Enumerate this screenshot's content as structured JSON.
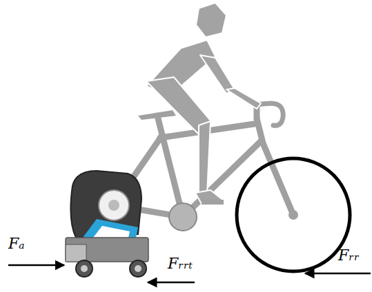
{
  "diagram": {
    "labels": [
      "Fₐ",
      "Fᵣᵣₜ",
      "Fᵣᵣ"
    ]
  }
}
